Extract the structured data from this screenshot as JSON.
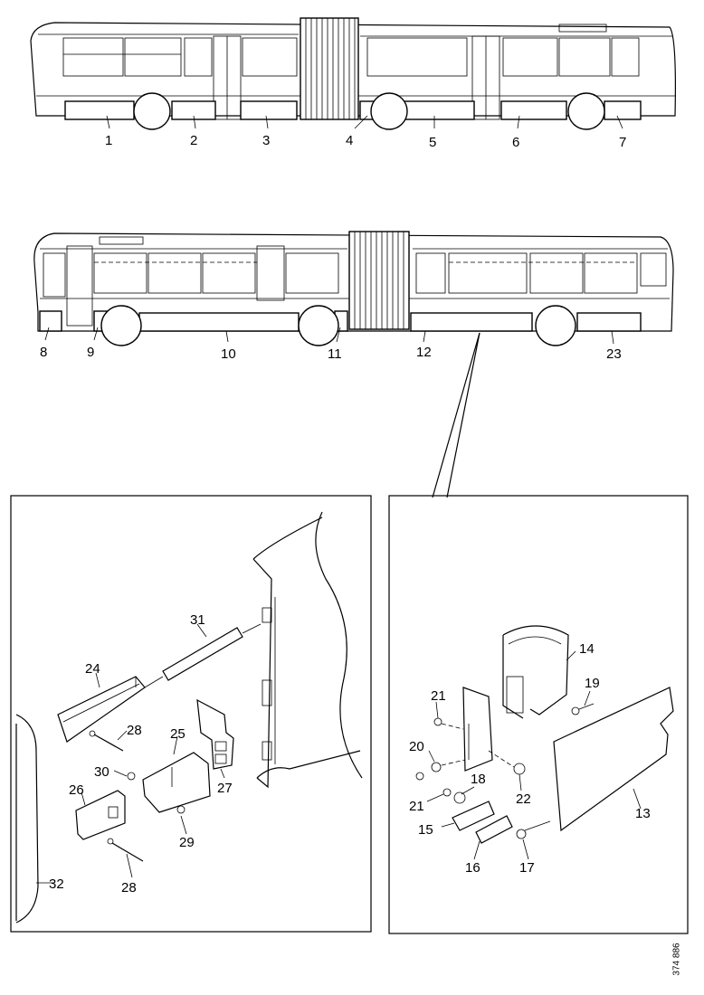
{
  "top_bus_labels": [
    "1",
    "2",
    "3",
    "4",
    "5",
    "6",
    "7"
  ],
  "mid_bus_labels": [
    "8",
    "9",
    "10",
    "11",
    "12",
    "23"
  ],
  "left_detail_labels": [
    "31",
    "24",
    "28",
    "25",
    "30",
    "27",
    "26",
    "29",
    "28",
    "32"
  ],
  "right_detail_labels": [
    "14",
    "21",
    "19",
    "20",
    "18",
    "22",
    "21",
    "13",
    "15",
    "16",
    "17"
  ],
  "reference_code": "374 886"
}
